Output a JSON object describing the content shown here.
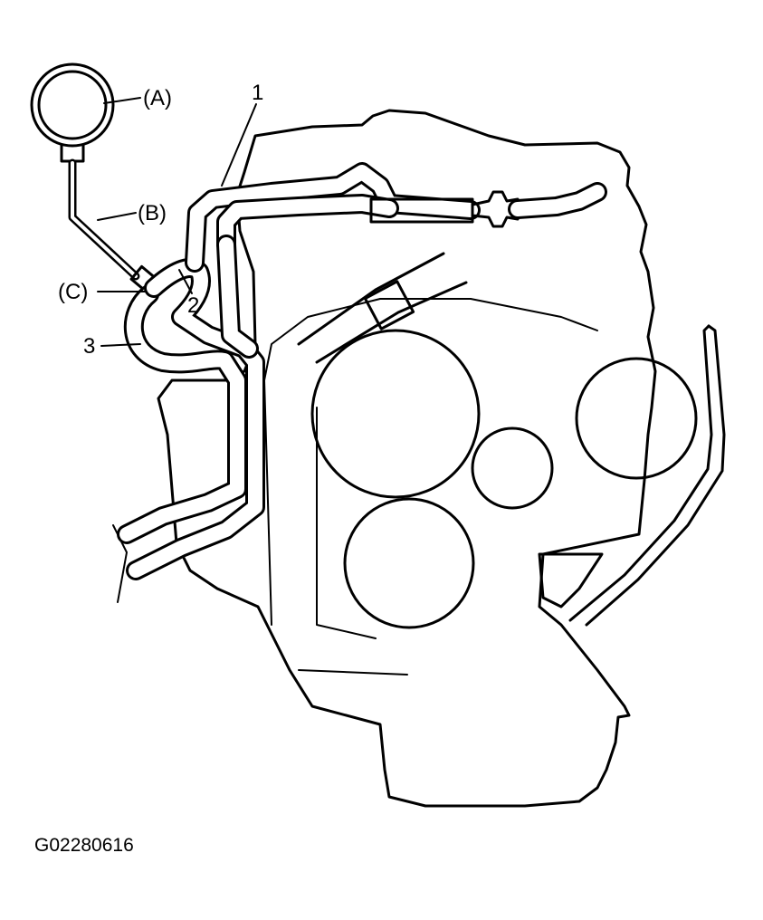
{
  "labels": {
    "A": "(A)",
    "B": "(B)",
    "C": "(C)",
    "n1": "1",
    "n2": "2",
    "n3": "3"
  },
  "figure_code": "G02280616"
}
